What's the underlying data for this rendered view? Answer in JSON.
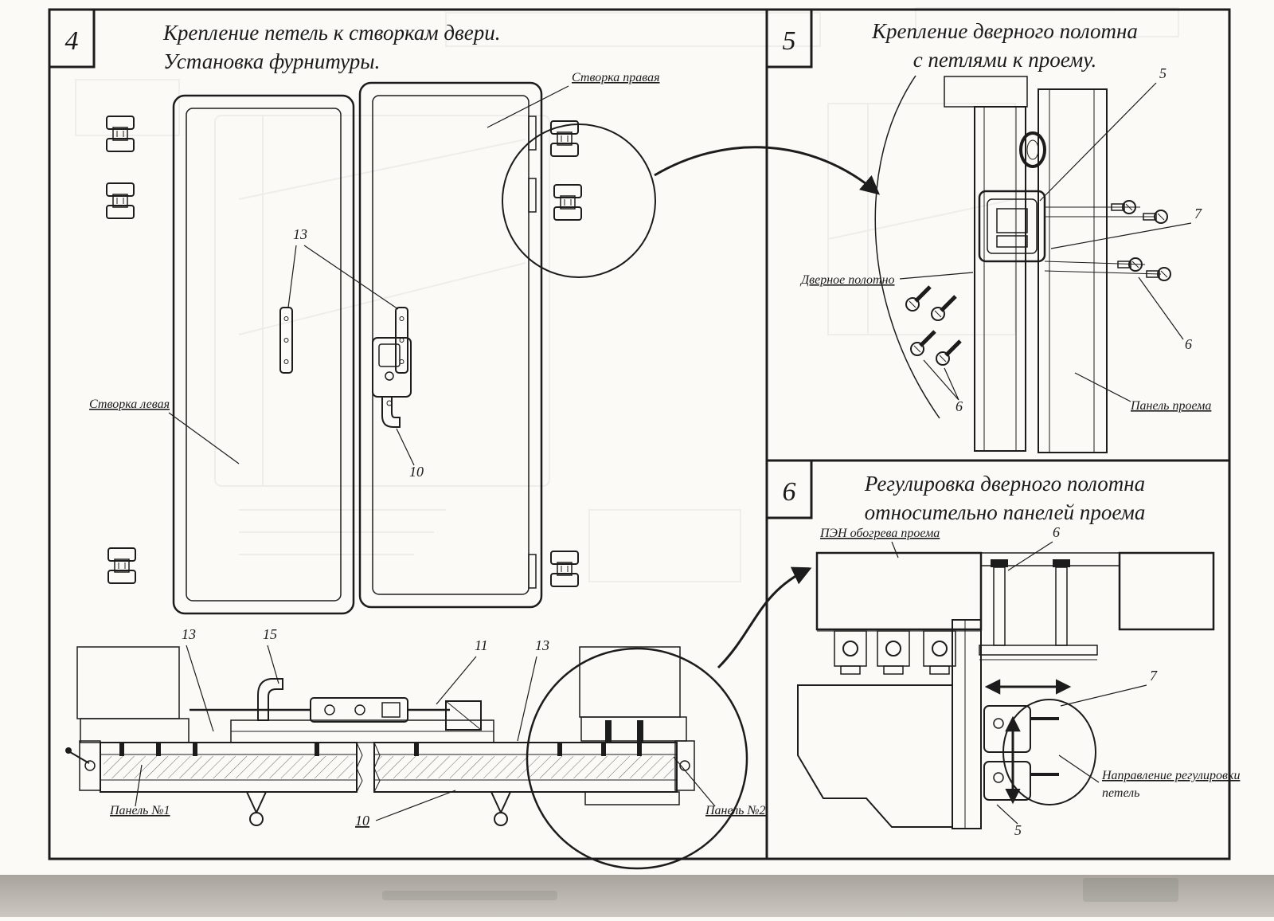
{
  "sheet": {
    "kind": "scanned assembly drawing",
    "ink": "#1c1c1c",
    "paper": "#fbfaf6"
  },
  "panel4": {
    "number": "4",
    "title": [
      "Крепление петель к створкам двери.",
      "Установка фурнитуры."
    ],
    "labels": {
      "leaf_right": "Створка правая",
      "leaf_left": "Створка левая",
      "panel_no1": "Панель №1",
      "panel_no2": "Панель №2"
    },
    "callouts": {
      "c13_top": "13",
      "c10_lock": "10",
      "c13_left": "13",
      "c15": "15",
      "c11": "11",
      "c13_right": "13",
      "c10_bottom": "10"
    }
  },
  "panel5": {
    "number": "5",
    "title": [
      "Крепление дверного полотна",
      "с петлями к проему."
    ],
    "labels": {
      "door_leaf": "Дверное полотно",
      "opening_panel": "Панель проема"
    },
    "callouts": {
      "c5": "5",
      "c7": "7",
      "c6_right": "6",
      "c6_left": "6"
    }
  },
  "panel6": {
    "number": "6",
    "title": [
      "Регулировка дверного полотна",
      "относительно панелей проема"
    ],
    "labels": {
      "heater": "ПЭН обогрева проема",
      "adjust_dir": [
        "Направление регулировки",
        "петель"
      ]
    },
    "callouts": {
      "c6": "6",
      "c7": "7",
      "c5": "5"
    }
  }
}
